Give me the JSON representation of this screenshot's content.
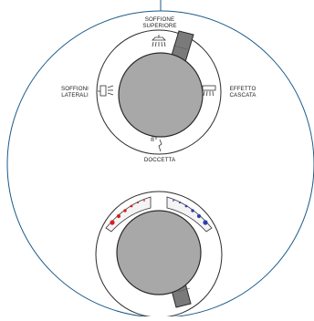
{
  "figure": {
    "selector_positions": [
      {
        "id": "top",
        "line1": "SOFFIONE",
        "line2": "SUPERIORE"
      },
      {
        "id": "left",
        "line1": "SOFFIONI",
        "line2": "LATERALI"
      },
      {
        "id": "right",
        "line1": "EFFETTO",
        "line2": "CASCATA"
      },
      {
        "id": "bottom",
        "line1": "DOCCETTA",
        "line2": ""
      }
    ],
    "colors": {
      "outline": "#1a5a8a",
      "knob_fill": "#a8a8a8",
      "knob_stroke": "#2a2a2a",
      "handle_fill": "#7a7a7a",
      "hot": "#d81e1e",
      "cold": "#2b3fb0"
    },
    "icons": [
      "rain-shower-icon",
      "side-jets-icon",
      "waterfall-icon",
      "hand-shower-icon"
    ]
  }
}
